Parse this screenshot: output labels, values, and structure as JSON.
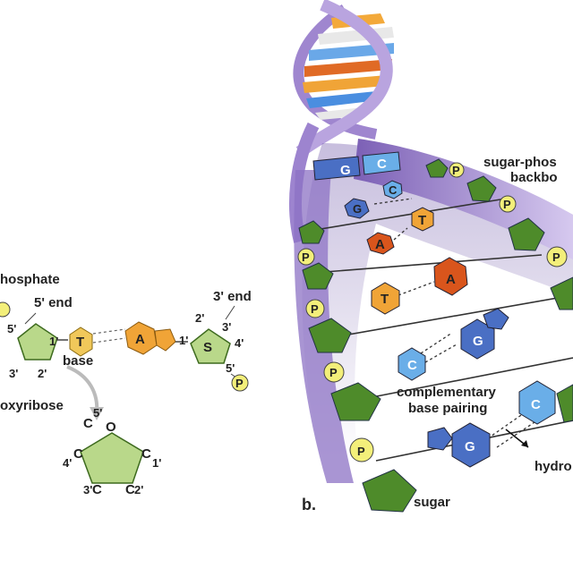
{
  "labels": {
    "phosphate": "hosphate",
    "five_prime_end": "5' end",
    "three_prime_end": "3' end",
    "base": "base",
    "deoxyribose": "oxyribose",
    "sugar_phosphate_1": "sugar-phos",
    "sugar_phosphate_2": "backbo",
    "complementary_1": "complementary",
    "complementary_2": "base pairing",
    "hydrogen": "hydro",
    "sugar": "sugar",
    "panel_b": "b."
  },
  "primes": {
    "p5": "5'",
    "p3": "3'",
    "p2": "2'",
    "p1": "1'",
    "p4": "4'",
    "r5": "5'",
    "r3": "3'",
    "r2": "2'",
    "r4": "4'",
    "l1": "1'",
    "l4": "4'",
    "l3": "3'",
    "l2": "2'",
    "l5": "5'",
    "l1b": "1'"
  },
  "letters": {
    "P": "P",
    "T": "T",
    "A": "A",
    "S": "S",
    "G": "G",
    "C": "C",
    "O": "O",
    "ringC": "C"
  },
  "colors": {
    "backbone": "#b39bd6",
    "sugar_green": "#4e8b2a",
    "sugar_light": "#b9d88a",
    "phosphate": "#f3ef7a",
    "thymine": "#f0a437",
    "adenine": "#d9551c",
    "guanine": "#4a6fc4",
    "cytosine": "#6aaee8"
  }
}
